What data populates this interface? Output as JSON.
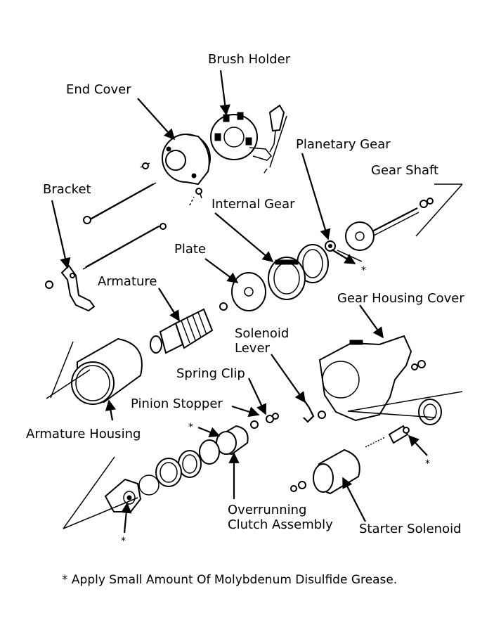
{
  "labels": {
    "brush_holder": "Brush Holder",
    "end_cover": "End Cover",
    "planetary_gear": "Planetary Gear",
    "gear_shaft": "Gear Shaft",
    "bracket": "Bracket",
    "internal_gear": "Internal Gear",
    "plate": "Plate",
    "armature": "Armature",
    "gear_housing_cover": "Gear Housing Cover",
    "solenoid_lever_1": "Solenoid",
    "solenoid_lever_2": "Lever",
    "spring_clip": "Spring Clip",
    "pinion_stopper": "Pinion Stopper",
    "armature_housing": "Armature Housing",
    "overrunning_clutch_1": "Overrunning",
    "overrunning_clutch_2": "Clutch Assembly",
    "starter_solenoid": "Starter Solenoid"
  },
  "grease_marker": "*",
  "footnote": "* Apply Small Amount Of Molybdenum Disulfide Grease."
}
